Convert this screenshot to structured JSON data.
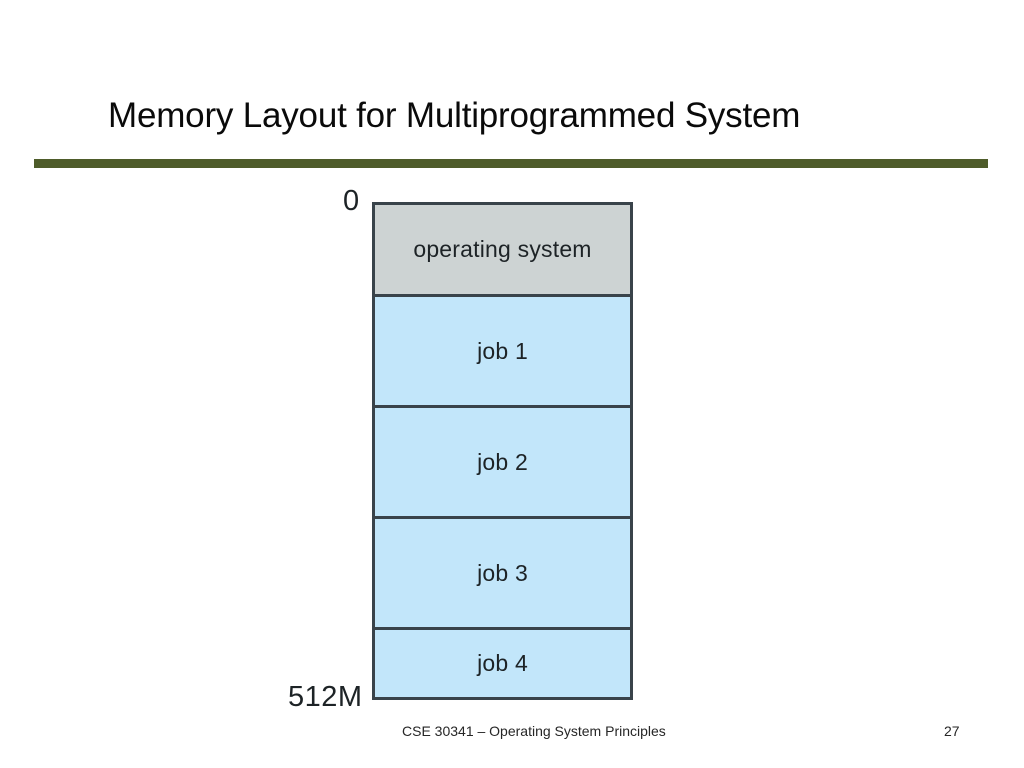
{
  "slide": {
    "title": "Memory Layout for Multiprogrammed System",
    "divider_color": "#4e5c2a"
  },
  "diagram": {
    "name": "memory-layout-diagram",
    "top_address_label": "0",
    "bottom_address_label": "512M",
    "os_block_color": "#cdd3d3",
    "job_block_color": "#c2e6fa",
    "border_color": "#39434a",
    "blocks": [
      {
        "label": "operating system",
        "kind": "os"
      },
      {
        "label": "job 1",
        "kind": "job"
      },
      {
        "label": "job 2",
        "kind": "job"
      },
      {
        "label": "job 3",
        "kind": "job"
      },
      {
        "label": "job 4",
        "kind": "job"
      }
    ]
  },
  "footer": {
    "course": "CSE 30341 – Operating System Principles",
    "page_number": "27"
  }
}
